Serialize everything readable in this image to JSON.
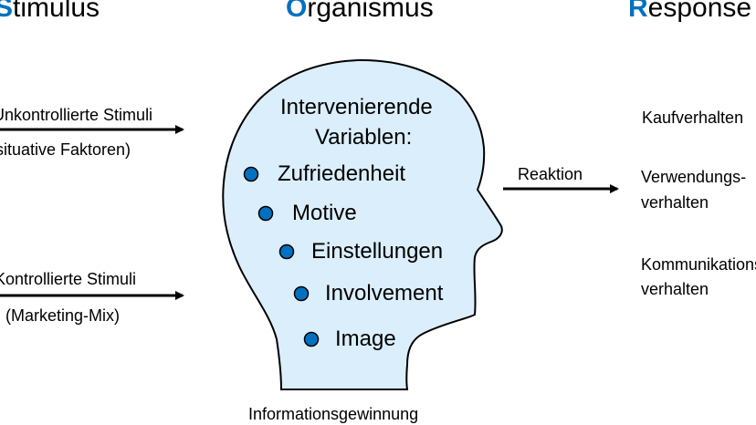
{
  "headings": {
    "stimulus": {
      "initial": "S",
      "rest": "timulus"
    },
    "organismus": {
      "initial": "O",
      "rest": "rganismus"
    },
    "response": {
      "initial": "R",
      "rest": "esponse"
    }
  },
  "accent_color": "#0070c0",
  "head_fill": "#dbeefb",
  "bullet_color": "#0070c0",
  "stimuli": {
    "upper": {
      "label": "Unkontrollierte Stimuli",
      "sublabel": "(situative Faktoren)"
    },
    "lower": {
      "label": "Kontrollierte Stimuli",
      "sublabel": "(Marketing-Mix)"
    }
  },
  "organism": {
    "title_line1": "Intervenierende",
    "title_line2": "Variablen:",
    "variables": [
      "Zufriedenheit",
      "Motive",
      "Einstellungen",
      "Involvement",
      "Image"
    ],
    "caption": "Informationsgewinnung"
  },
  "reaction": {
    "label": "Reaktion"
  },
  "responses": [
    {
      "line1": "Kaufverhalten",
      "line2": ""
    },
    {
      "line1": "Verwendungs-",
      "line2": "verhalten"
    },
    {
      "line1": "Kommunikations-",
      "line2": "verhalten"
    }
  ]
}
